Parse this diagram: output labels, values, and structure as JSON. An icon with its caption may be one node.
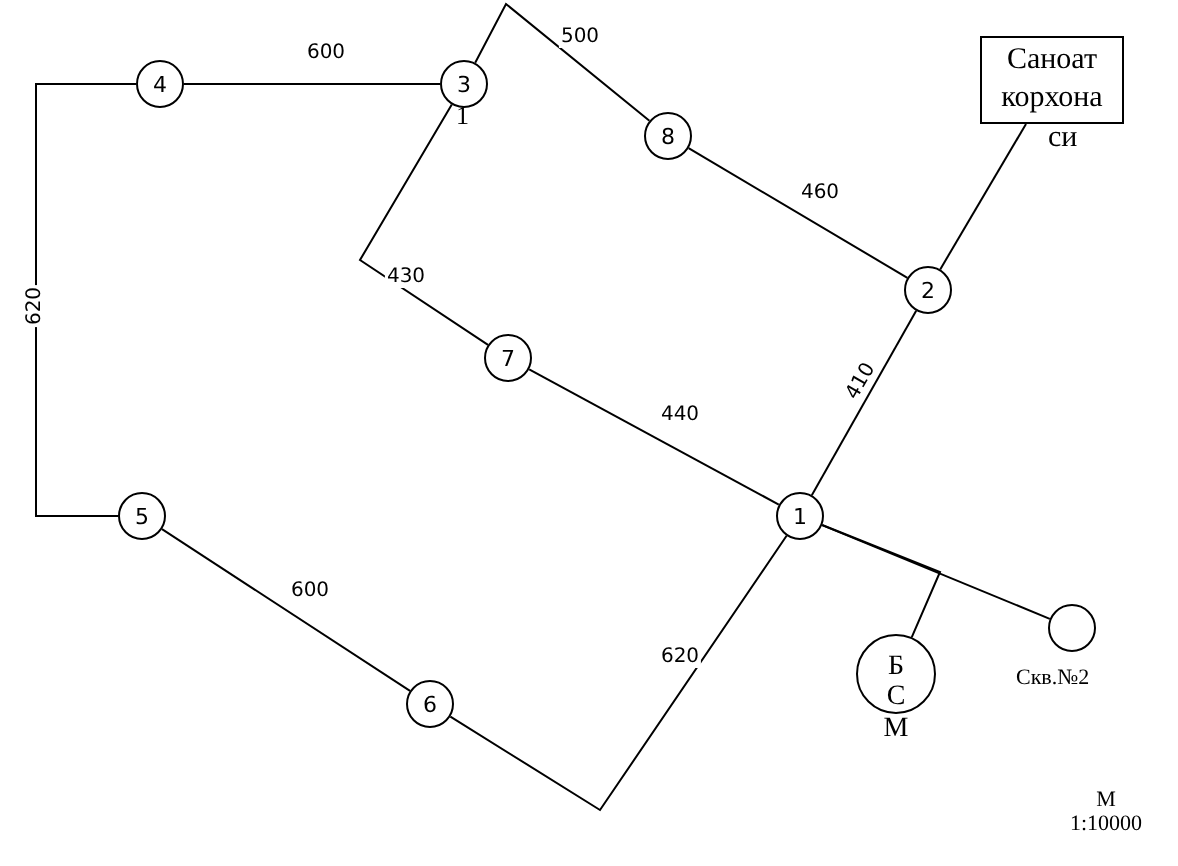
{
  "diagram": {
    "nodes": [
      {
        "text": [
          "4"
        ]
      },
      {
        "text": [
          "3"
        ]
      },
      {
        "text": [
          "8"
        ]
      },
      {
        "text": [
          "Саноат корхона"
        ],
        "beside": [
          "си"
        ]
      },
      {
        "text": [
          "2"
        ]
      },
      {
        "text": [
          "7"
        ]
      },
      {
        "text": [
          "1"
        ]
      },
      {
        "text": [
          "5"
        ]
      },
      {
        "text": [
          "6"
        ]
      },
      {
        "text": [
          "Б С М"
        ]
      },
      {
        "text": [],
        "shape": "circle",
        "beside": [
          "Скв.№2"
        ]
      }
    ],
    "edges": [
      {
        "from": 0,
        "to": 1,
        "arrow": "none",
        "label": "600"
      },
      {
        "from": 1,
        "to": 2,
        "arrow": "none",
        "label": "500"
      },
      {
        "from": 2,
        "to": 4,
        "arrow": "none",
        "label": "460"
      },
      {
        "from": 4,
        "to": 3,
        "arrow": "none"
      },
      {
        "from": 1,
        "to": 5,
        "arrow": "none",
        "label": "430"
      },
      {
        "from": 5,
        "to": 6,
        "arrow": "none",
        "label": "440"
      },
      {
        "from": 4,
        "to": 6,
        "arrow": "none",
        "label": "410"
      },
      {
        "from": 6,
        "to": 8,
        "arrow": "none",
        "label": "620"
      },
      {
        "from": 8,
        "to": 7,
        "arrow": "none",
        "label": "600"
      },
      {
        "from": 7,
        "to": 0,
        "arrow": "none",
        "label": "620"
      },
      {
        "from": 6,
        "to": 9,
        "arrow": "none"
      },
      {
        "from": 6,
        "to": 10,
        "arrow": "none"
      }
    ],
    "labels": [
      "1",
      "М 1:10000"
    ]
  }
}
